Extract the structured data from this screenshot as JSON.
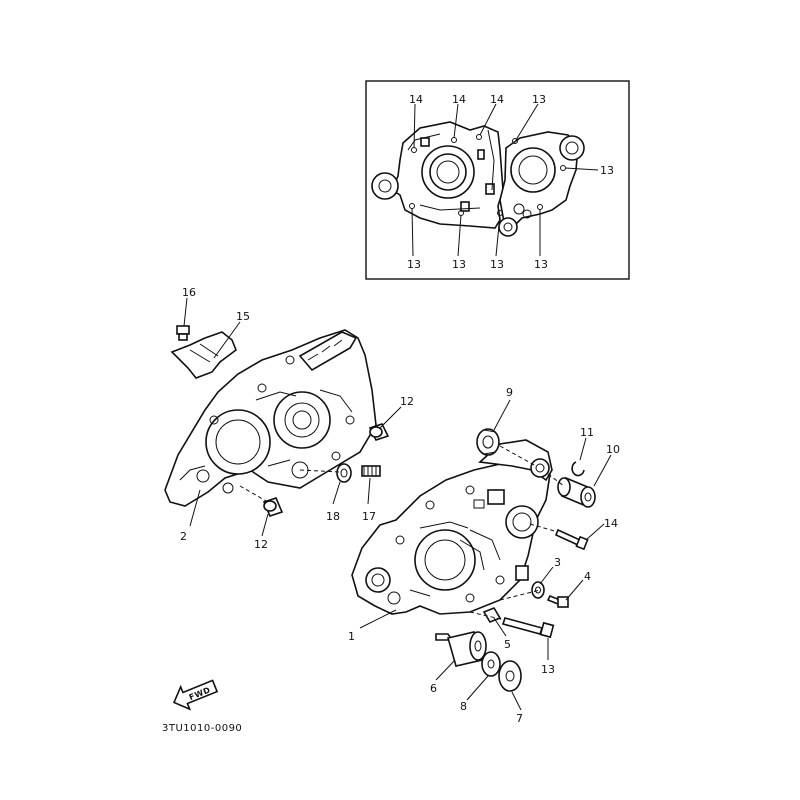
{
  "diagram": {
    "code": "3TU1010-0090",
    "fwd_label": "FWD",
    "inset_labels": [
      {
        "id": "in-14a",
        "text": "14"
      },
      {
        "id": "in-14b",
        "text": "14"
      },
      {
        "id": "in-14c",
        "text": "14"
      },
      {
        "id": "in-13-top",
        "text": "13"
      },
      {
        "id": "in-13-right",
        "text": "13"
      },
      {
        "id": "in-13-b1",
        "text": "13"
      },
      {
        "id": "in-13-b2",
        "text": "13"
      },
      {
        "id": "in-13-b3",
        "text": "13"
      },
      {
        "id": "in-13-b4",
        "text": "13"
      }
    ],
    "part_labels": [
      {
        "id": "p1",
        "text": "1"
      },
      {
        "id": "p2",
        "text": "2"
      },
      {
        "id": "p3",
        "text": "3"
      },
      {
        "id": "p4",
        "text": "4"
      },
      {
        "id": "p5",
        "text": "5"
      },
      {
        "id": "p6",
        "text": "6"
      },
      {
        "id": "p7",
        "text": "7"
      },
      {
        "id": "p8",
        "text": "8"
      },
      {
        "id": "p9",
        "text": "9"
      },
      {
        "id": "p10",
        "text": "10"
      },
      {
        "id": "p11",
        "text": "11"
      },
      {
        "id": "p12a",
        "text": "12"
      },
      {
        "id": "p12b",
        "text": "12"
      },
      {
        "id": "p13",
        "text": "13"
      },
      {
        "id": "p14",
        "text": "14"
      },
      {
        "id": "p15",
        "text": "15"
      },
      {
        "id": "p16",
        "text": "16"
      },
      {
        "id": "p17",
        "text": "17"
      },
      {
        "id": "p18",
        "text": "18"
      }
    ]
  }
}
